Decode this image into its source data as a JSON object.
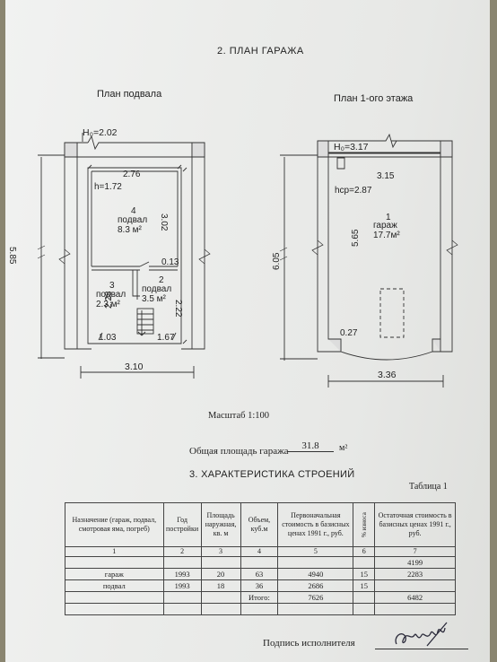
{
  "section_title": "2. ПЛАН ГАРАЖА",
  "basement": {
    "title": "План подвала",
    "h0": "H₀=2.02",
    "height": "h=1.72",
    "dim_top": "2.76",
    "dim_right": "3.02",
    "dim_left": "5.85",
    "dim_bottom": "3.10",
    "dim_small": "0.13",
    "dim_228": "2.28",
    "dim_222": "2.22",
    "dim_103": "1.03",
    "dim_167": "1.67",
    "room4_num": "4",
    "room4_name": "подвал",
    "room4_area": "8.3 м²",
    "room3_num": "3",
    "room3_name": "подвал",
    "room3_area": "2.3 м²",
    "room2_num": "2",
    "room2_name": "подвал",
    "room2_area": "3.5 м²"
  },
  "first_floor": {
    "title": "План 1-ого этажа",
    "h0": "H₀=3.17",
    "height": "hср=2.87",
    "dim_top": "3.15",
    "dim_inner": "5.65",
    "dim_left": "6.05",
    "dim_bottom": "3.36",
    "dim_027": "0.27",
    "room1_num": "1",
    "room1_name": "гараж",
    "room1_area": "17.7м²"
  },
  "scale": "Масштаб 1:100",
  "total_area_label": "Общая площадь гаража",
  "total_area_value": "31.8",
  "total_area_unit": "м²",
  "characteristics_title": "3. ХАРАКТЕРИСТИКА СТРОЕНИЙ",
  "table_label": "Таблица 1",
  "table": {
    "headers": [
      "Назначение (гараж, подвал, смотровая яма, погреб)",
      "Год постройки",
      "Площадь наружная, кв. м",
      "Объем, куб.м",
      "Первоначальная стоимость в базисных ценах 1991 г., руб.",
      "% износа",
      "Остаточная стоимость в базисных ценах 1991 г., руб."
    ],
    "col_numbers": [
      "1",
      "2",
      "3",
      "4",
      "5",
      "6",
      "7"
    ],
    "rows": [
      [
        "",
        "",
        "",
        "",
        "",
        "",
        "4199"
      ],
      [
        "гараж",
        "1993",
        "20",
        "63",
        "4940",
        "15",
        "2283"
      ],
      [
        "подвал",
        "1993",
        "18",
        "36",
        "2686",
        "15",
        ""
      ],
      [
        "",
        "",
        "",
        "Итого:",
        "7626",
        "",
        "6482"
      ],
      [
        "",
        "",
        "",
        "",
        "",
        "",
        ""
      ]
    ]
  },
  "signature_label": "Подпись исполнителя"
}
